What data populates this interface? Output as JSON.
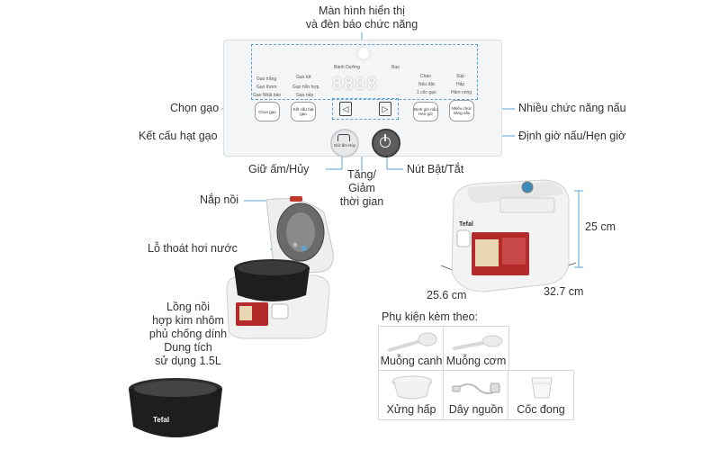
{
  "callouts": {
    "display_line1": "Màn hình hiển thị",
    "display_line2": "và đèn báo chức năng",
    "chon_gao": "Chọn gạo",
    "ket_cau": "Kết cấu hạt gạo",
    "giu_am": "Giữ ấm/Hủy",
    "tang_giam_1": "Tăng/",
    "tang_giam_2": "Giảm",
    "tang_giam_3": "thời gian",
    "nut_bat_tat": "Nút Bật/Tắt",
    "nhieu_chuc_nang": "Nhiều chức năng nấu",
    "dinh_gio": "Định giờ nấu/Hẹn giờ",
    "nap_noi": "Nắp nồi",
    "lo_thoat_hoi": "Lỗ thoát hơi nước",
    "long_noi_1": "Lồng nồi",
    "long_noi_2": "hợp kim nhôm",
    "long_noi_3": "phủ chống dính",
    "long_noi_4": "Dung tích",
    "long_noi_5": "sử dụng 1.5L"
  },
  "panel": {
    "display": "8888",
    "left_col1": [
      "Gạo trắng",
      "Gạo thơm",
      "Gạo Nhật bản"
    ],
    "left_col2": [
      "Gạo lứt",
      "Gạo hỗn hợp",
      "Gạo nếp"
    ],
    "top_mid": "Bánh Dưỡng",
    "top_right": "Bao",
    "right_col1": [
      "Cháo",
      "Nấu đặc",
      "1 cốc gạo"
    ],
    "right_col2": [
      "Súp",
      "Hấp",
      "Hâm nóng"
    ],
    "btn_chon_gao": "Chọn gạo",
    "btn_ket_cau": "Kết cấu hạt gạo",
    "btn_dinh_gio": "Định giờ nấu Hẹn giờ",
    "btn_nhieu": "Nhiều chức năng nấu",
    "btn_giu_am": "Giữ ấm Hủy"
  },
  "brand": "Tefal",
  "dimensions": {
    "height": "25 cm",
    "width": "25.6 cm",
    "depth": "32.7 cm"
  },
  "accessories": {
    "title": "Phụ kiện kèm theo:",
    "items": [
      "Muỗng canh",
      "Muỗng cơm",
      "Xửng hấp",
      "Dây nguồn",
      "Cốc đong"
    ]
  },
  "colors": {
    "callout_line": "#5aa3d8",
    "pot_black": "#1e1e1e",
    "cooker_white": "#f3f3f3",
    "label_red": "#b22a2a"
  }
}
